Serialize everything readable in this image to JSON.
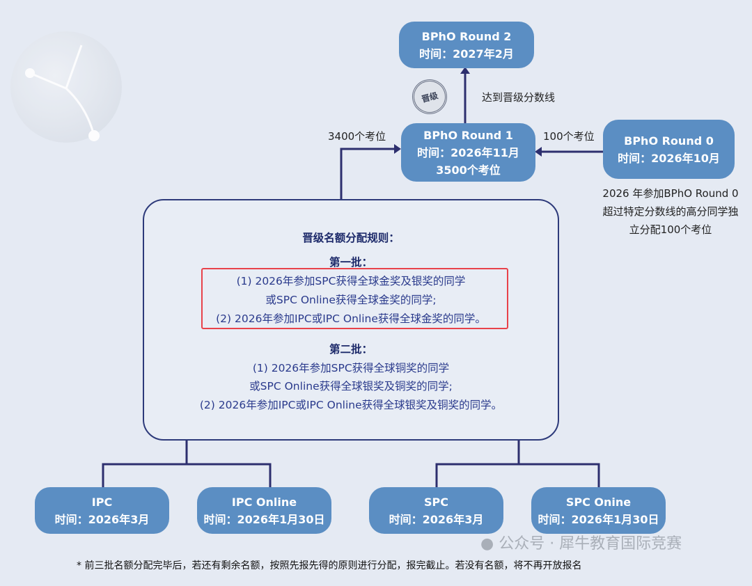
{
  "nodes": {
    "round2": {
      "title": "BPhO Round 2",
      "time": "时间：2027年2月"
    },
    "round1": {
      "title": "BPhO Round 1",
      "time": "时间：2026年11月",
      "seats": "3500个考位"
    },
    "round0": {
      "title": "BPhO Round 0",
      "time": "时间：2026年10月"
    },
    "ipc": {
      "title": "IPC",
      "time": "时间：2026年3月"
    },
    "ipc_online": {
      "title": "IPC Online",
      "time": "时间：2026年1月30日"
    },
    "spc": {
      "title": "SPC",
      "time": "时间：2026年3月"
    },
    "spc_online": {
      "title": "SPC Onine",
      "time": "时间：2026年1月30日"
    }
  },
  "labels": {
    "advance": "达到晋级分数线",
    "seats_3400": "3400个考位",
    "seats_100": "100个考位",
    "stamp": "晋级",
    "round0_note": [
      "2026 年参加BPhO Round 0",
      "超过特定分数线的高分同学独",
      "立分配100个考位"
    ]
  },
  "rules": {
    "title": "晋级名额分配规则：",
    "batch1": {
      "title": "第一批：",
      "lines": [
        "(1) 2026年参加SPC获得全球金奖及银奖的同学",
        "或SPC Online获得全球金奖的同学;",
        "(2) 2026年参加IPC或IPC Online获得全球金奖的同学。"
      ]
    },
    "batch2": {
      "title": "第二批：",
      "lines": [
        "(1) 2026年参加SPC获得全球铜奖的同学",
        "或SPC Online获得全球银奖及铜奖的同学;",
        "(2) 2026年参加IPC或IPC Online获得全球银奖及铜奖的同学。"
      ]
    }
  },
  "footnote": "* 前三批名额分配完毕后，若还有剩余名额，按照先报先得的原则进行分配，报完截止。若没有名额，将不再开放报名",
  "watermark": "公众号 · 犀牛教育国际竞赛",
  "colors": {
    "node": "#5b8ec3",
    "line": "#2d2f6e",
    "highlight": "#e8424a"
  }
}
